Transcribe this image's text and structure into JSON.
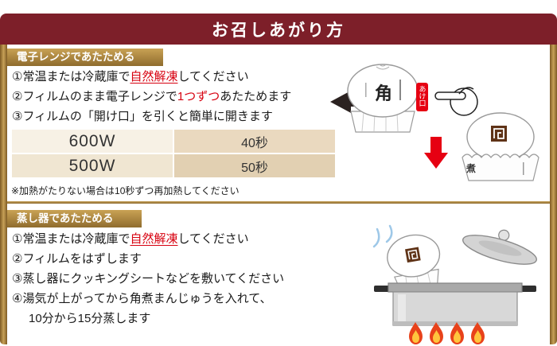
{
  "page": {
    "title": "お召しあがり方"
  },
  "microwave": {
    "label": "電子レンジであたためる",
    "steps": [
      {
        "num": "①",
        "pre": "常温または冷蔵庫で",
        "em": "自然解凍",
        "post": "してください"
      },
      {
        "num": "②",
        "pre": "フィルムのまま電子レンジで",
        "em": "1つずつ",
        "post": "あたためます"
      },
      {
        "num": "③",
        "pre": "フィルムの「開け口」を引くと簡単に開きます",
        "em": "",
        "post": ""
      }
    ],
    "table": {
      "rows": [
        {
          "watt": "600W",
          "time": "40秒"
        },
        {
          "watt": "500W",
          "time": "50秒"
        }
      ]
    },
    "note": "※加熱がたりない場合は10秒ずつ再加熱してください"
  },
  "steamer": {
    "label": "蒸し器であたためる",
    "steps": [
      {
        "num": "①",
        "pre": "常温または冷蔵庫で",
        "em": "自然解凍",
        "post": "してください"
      },
      {
        "num": "②",
        "pre": "フィルムをはずします",
        "em": "",
        "post": ""
      },
      {
        "num": "③",
        "pre": "蒸し器にクッキングシートなどを敷いてください",
        "em": "",
        "post": ""
      },
      {
        "num": "④",
        "pre": "湯気が上がってから角煮まんじゅうを入れて、",
        "em": "",
        "post": ""
      }
    ],
    "continuation": "10分から15分蒸します"
  },
  "illustrations": {
    "open_tab_label": "あけ口",
    "package_logo_char": "角",
    "opened_logo_char": "煮"
  },
  "colors": {
    "header_bg": "#7d1f29",
    "gold": "#b08c3e",
    "accent_red": "#e60012",
    "emphasis_red": "#d7000f"
  }
}
